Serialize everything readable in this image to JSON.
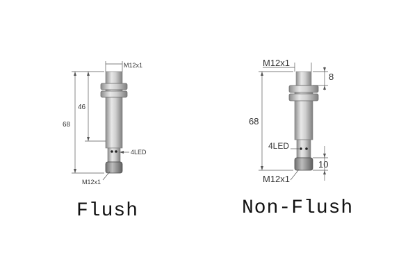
{
  "flush": {
    "thread_top": "M12x1",
    "dim_46": "46",
    "dim_68": "68",
    "led": "4LED",
    "thread_bottom": "M12x1",
    "caption": "Flush"
  },
  "nonflush": {
    "thread_top": "M12x1",
    "dim_8": "8",
    "dim_68": "68",
    "led": "4LED",
    "dim_10": "10",
    "thread_bottom": "M12x1",
    "caption": "Non-Flush"
  },
  "colors": {
    "body_light": "#e6e6e6",
    "body_mid": "#bfbfbf",
    "body_dark": "#8c8c8c",
    "line": "#555555"
  }
}
